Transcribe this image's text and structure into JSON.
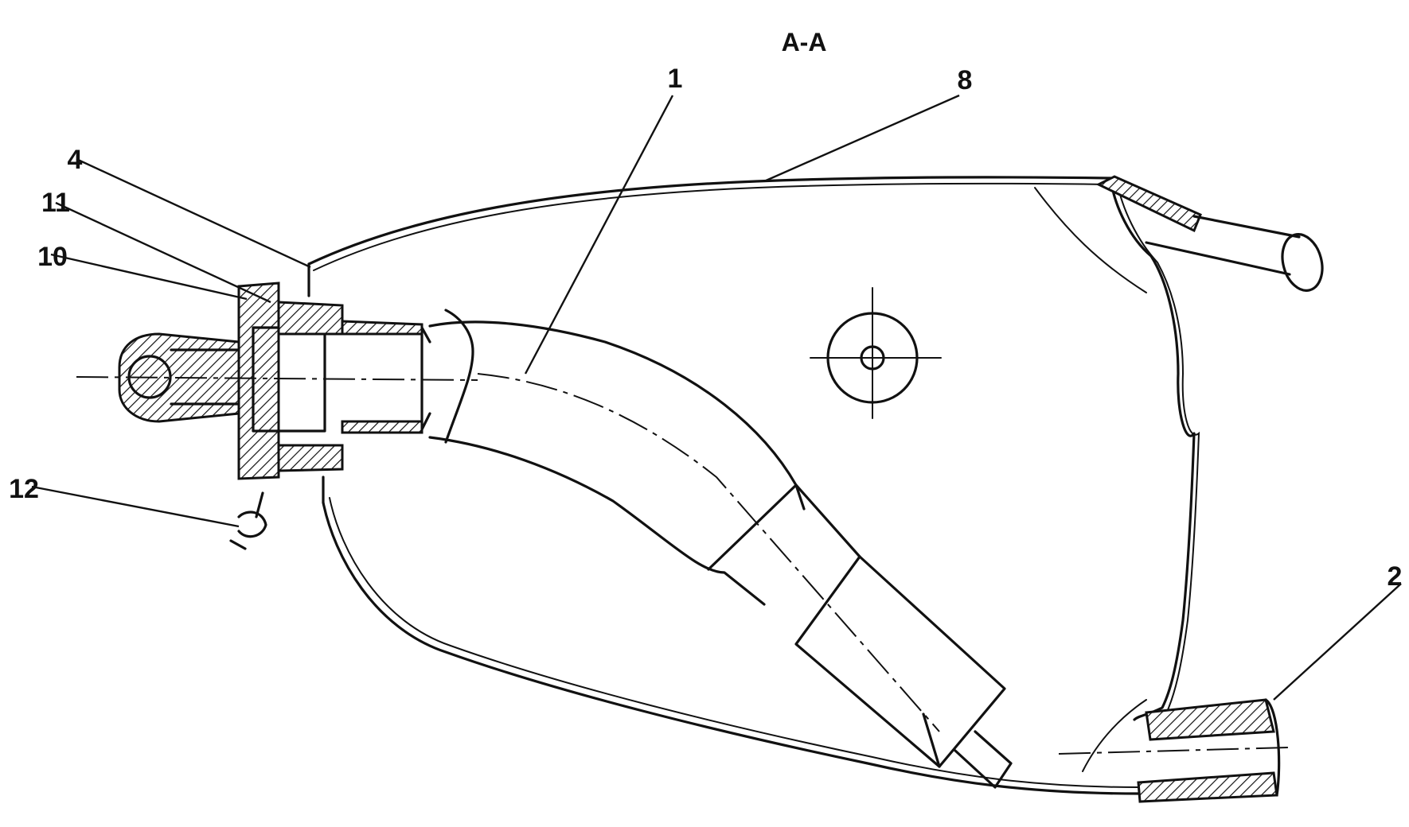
{
  "title": "A-A",
  "callouts": [
    {
      "id": "1",
      "text": "1"
    },
    {
      "id": "8",
      "text": "8"
    },
    {
      "id": "4",
      "text": "4"
    },
    {
      "id": "11",
      "text": "11"
    },
    {
      "id": "10",
      "text": "10"
    },
    {
      "id": "12",
      "text": "12"
    },
    {
      "id": "2",
      "text": "2"
    }
  ]
}
